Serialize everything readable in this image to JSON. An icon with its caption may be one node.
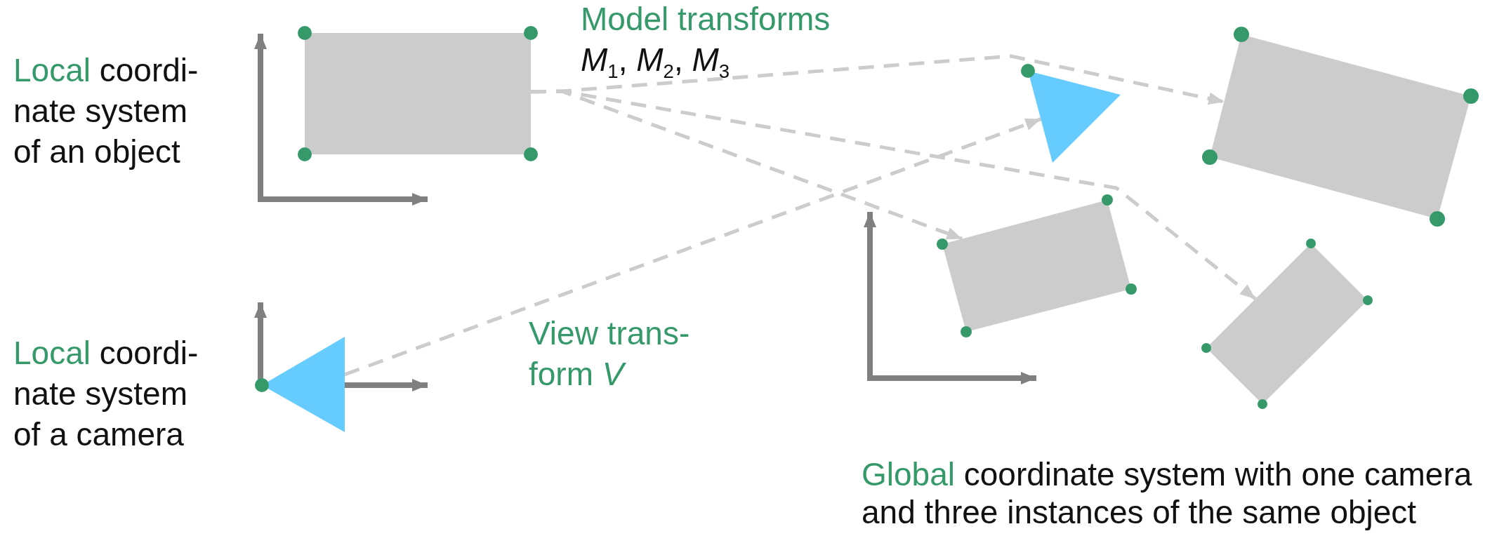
{
  "diagram": {
    "nodes": [
      {
        "text": [],
        "shape": "box"
      },
      {
        "text": [],
        "shape": "triangle"
      },
      {
        "text": [],
        "shape": "triangle"
      },
      {
        "text": [],
        "shape": "box"
      },
      {
        "text": [],
        "shape": "box"
      },
      {
        "text": [],
        "shape": "box"
      }
    ],
    "edges": [
      {
        "from": 0,
        "to": 3,
        "arrow": "to",
        "style": "dashed"
      },
      {
        "from": 0,
        "to": 4,
        "arrow": "to",
        "style": "dashed"
      },
      {
        "from": 0,
        "to": 5,
        "arrow": "to",
        "style": "dashed"
      },
      {
        "from": 1,
        "to": 2,
        "arrow": "to",
        "style": "dashed"
      }
    ],
    "labels": [
      "Local coordi- nate system of an object",
      "Model transforms",
      "*M*$_{1}$, *M*$_{2}$, *M*$_{3}$",
      "Local coordi- nate system of a camera",
      "View trans- form *V*",
      "Global coordinate system with one camera and three instances of the same object"
    ]
  }
}
